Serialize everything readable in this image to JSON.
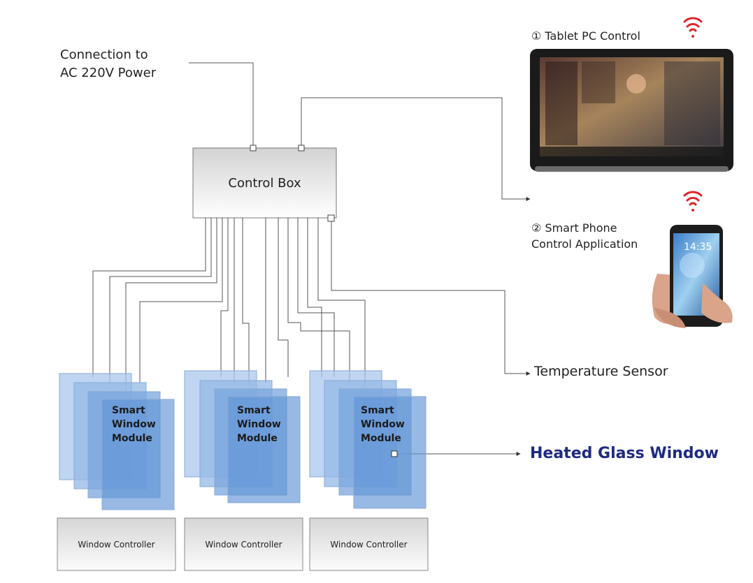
{
  "power": {
    "line1": "Connection to",
    "line2": "AC 220V Power"
  },
  "control_box": {
    "label": "Control Box"
  },
  "tablet": {
    "label": "① Tablet PC Control"
  },
  "phone": {
    "line1": "② Smart Phone",
    "line2": "Control Application",
    "clock": "14:35"
  },
  "temperature_sensor": {
    "label": "Temperature Sensor"
  },
  "heated_glass": {
    "label": "Heated Glass Window"
  },
  "modules": [
    {
      "line1": "Smart",
      "line2": "Window",
      "line3": "Module"
    },
    {
      "line1": "Smart",
      "line2": "Window",
      "line3": "Module"
    },
    {
      "line1": "Smart",
      "line2": "Window",
      "line3": "Module"
    }
  ],
  "window_controllers": [
    {
      "label": "Window Controller"
    },
    {
      "label": "Window Controller"
    },
    {
      "label": "Window Controller"
    }
  ],
  "colors": {
    "wifi": "#e0242b",
    "heated_label": "#1e2a80",
    "glass": "#6f9fd8",
    "line": "#555555"
  },
  "icons": [
    "wifi-icon",
    "tablet-device-icon",
    "smartphone-device-icon"
  ]
}
